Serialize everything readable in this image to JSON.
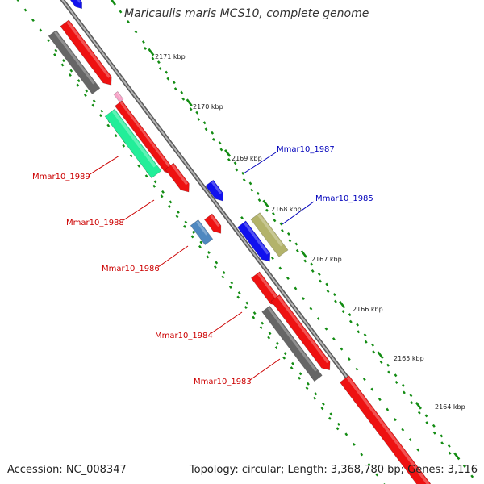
{
  "title": "Maricaulis maris MCS10, complete genome",
  "accession": "Accession: NC_008347",
  "summary": "Topology: circular; Length: 3,368,780 bp; Genes: 3,116",
  "colors": {
    "backbone": "#8c8c8c",
    "tick_dots": "#138c13",
    "cds_red": "#ee1111",
    "cds_blue": "#1111ee",
    "gray_feature": "#666666",
    "teal_feature": "#22ee99",
    "khaki_feature": "#b3b36b",
    "steel_feature": "#4f88c0",
    "pink_feature": "#f7a4c8",
    "label_red": "#cc0000",
    "label_blue": "#0000bb"
  },
  "scale_labels": [
    "2171 kbp",
    "2170 kbp",
    "2169 kbp",
    "2168 kbp",
    "2167 kbp",
    "2166 kbp",
    "2165 kbp",
    "2164 kbp"
  ],
  "gene_labels": [
    {
      "text": "Mmar10_1989",
      "strand": "minus"
    },
    {
      "text": "Mmar10_1988",
      "strand": "minus"
    },
    {
      "text": "Mmar10_1986",
      "strand": "minus"
    },
    {
      "text": "Mmar10_1984",
      "strand": "minus"
    },
    {
      "text": "Mmar10_1983",
      "strand": "minus"
    },
    {
      "text": "Mmar10_1987",
      "strand": "plus"
    },
    {
      "text": "Mmar10_1985",
      "strand": "plus"
    }
  ]
}
